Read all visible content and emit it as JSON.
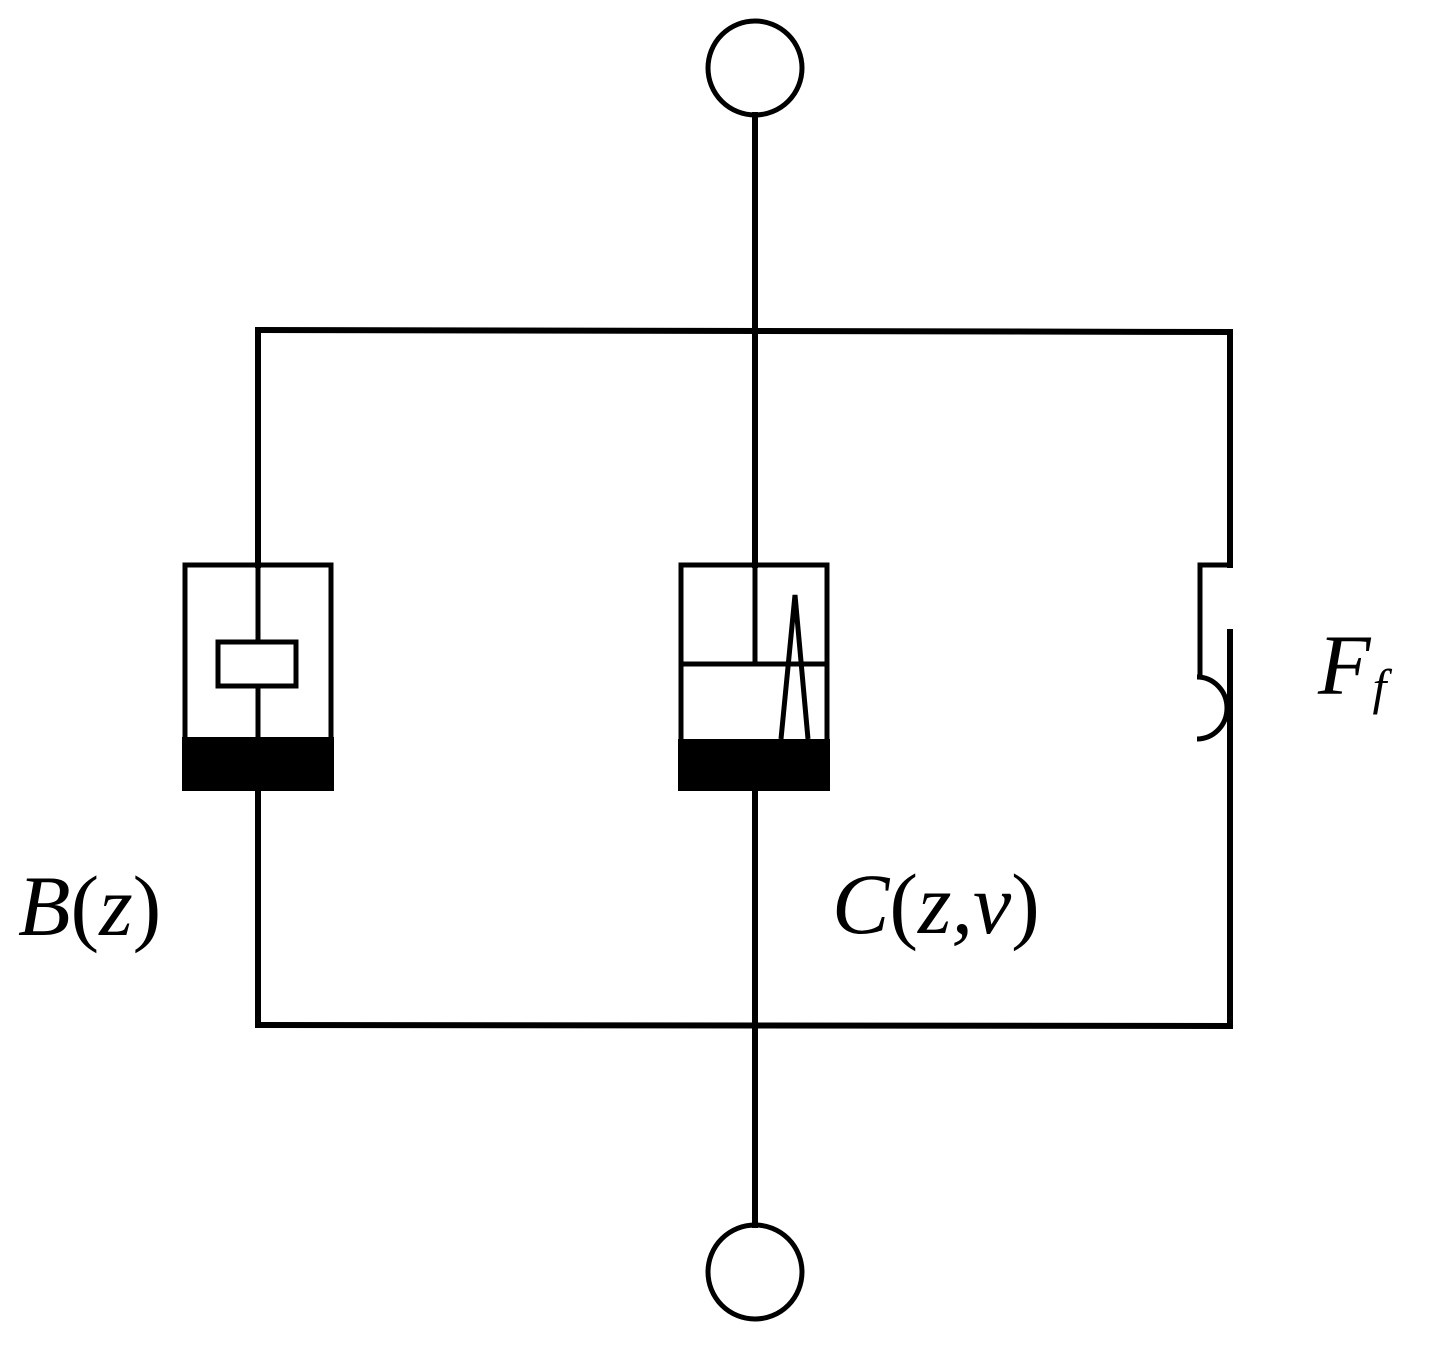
{
  "labels": {
    "bouc_element": {
      "symbol": "B",
      "args": "z"
    },
    "damper_element": {
      "symbol": "C",
      "args": "z,v"
    },
    "friction_element": {
      "symbol": "F",
      "subscript": "f"
    }
  },
  "colors": {
    "line": "#000000",
    "background": "#ffffff"
  }
}
